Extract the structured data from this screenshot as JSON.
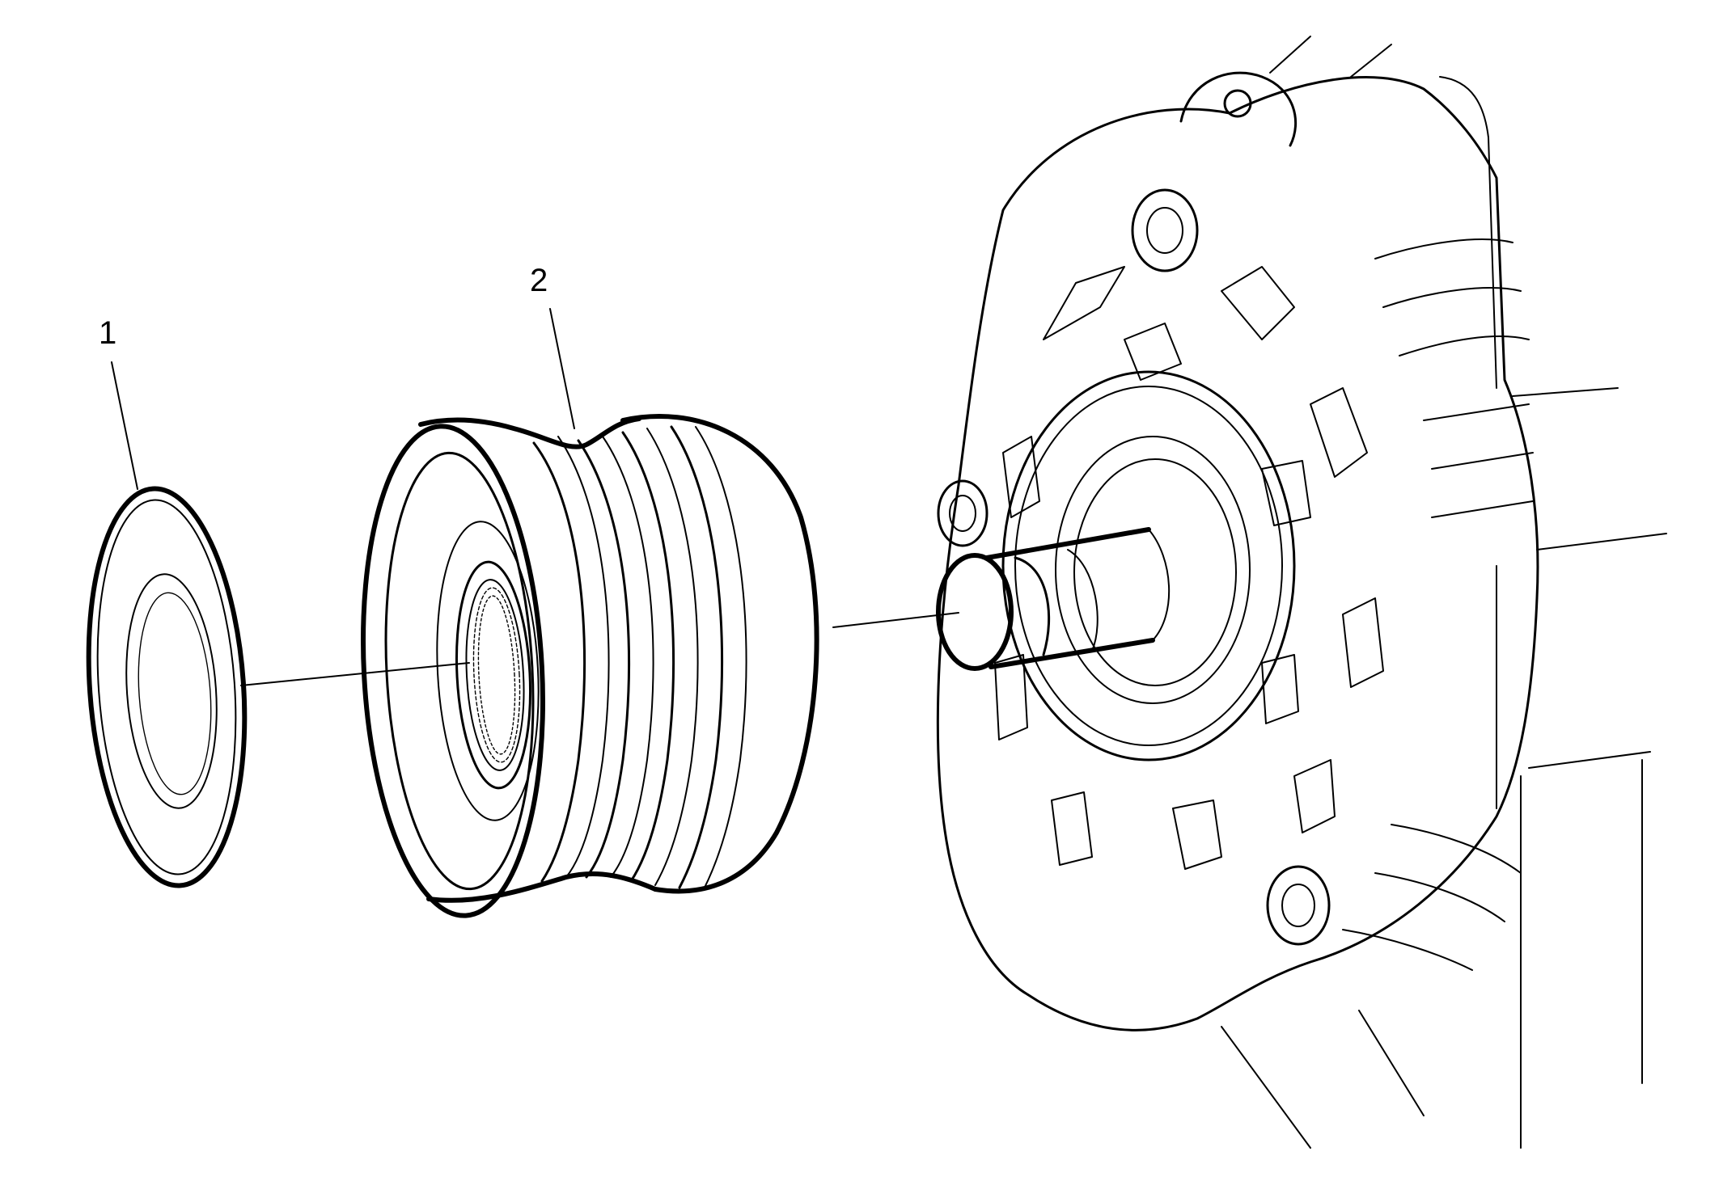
{
  "figure": {
    "callouts": [
      {
        "id": "callout-1",
        "label": "1",
        "part": "cover-cap"
      },
      {
        "id": "callout-2",
        "label": "2",
        "part": "pulley"
      }
    ],
    "colors": {
      "ink": "#000000",
      "paper": "#ffffff"
    }
  }
}
